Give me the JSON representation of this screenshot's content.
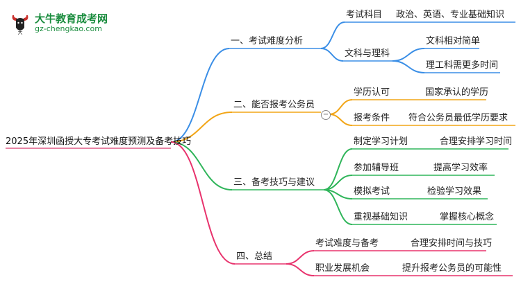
{
  "logo": {
    "title": "大牛教育成考网",
    "url": "gz-chengkao.com",
    "icon": "bull-head-logo-icon"
  },
  "root": "2025年深圳函授大专考试难度预测及备考技巧",
  "colors": {
    "branch1": "#3a8ee6",
    "branch2": "#f2a516",
    "branch3": "#2fb55a",
    "branch4": "#e8336d",
    "root": "#e05a86"
  },
  "branches": [
    {
      "label": "一、考试难度分析",
      "children": [
        {
          "label": "考试科目",
          "children": [
            {
              "label": "政治、英语、专业基础知识"
            }
          ]
        },
        {
          "label": "文科与理科",
          "children": [
            {
              "label": "文科相对简单"
            },
            {
              "label": "理工科需更多时间"
            }
          ]
        }
      ]
    },
    {
      "label": "二、能否报考公务员",
      "children": [
        {
          "label": "学历认可",
          "children": [
            {
              "label": "国家承认的学历"
            }
          ]
        },
        {
          "label": "报考条件",
          "children": [
            {
              "label": "符合公务员最低学历要求"
            }
          ]
        }
      ]
    },
    {
      "label": "三、备考技巧与建议",
      "children": [
        {
          "label": "制定学习计划",
          "children": [
            {
              "label": "合理安排学习时间"
            }
          ]
        },
        {
          "label": "参加辅导班",
          "children": [
            {
              "label": "提高学习效率"
            }
          ]
        },
        {
          "label": "模拟考试",
          "children": [
            {
              "label": "检验学习效果"
            }
          ]
        },
        {
          "label": "重视基础知识",
          "children": [
            {
              "label": "掌握核心概念"
            }
          ]
        }
      ]
    },
    {
      "label": "四、总结",
      "children": [
        {
          "label": "考试难度与备考",
          "children": [
            {
              "label": "合理安排时间与技巧"
            }
          ]
        },
        {
          "label": "职业发展机会",
          "children": [
            {
              "label": "提升报考公务员的可能性"
            }
          ]
        }
      ]
    }
  ]
}
